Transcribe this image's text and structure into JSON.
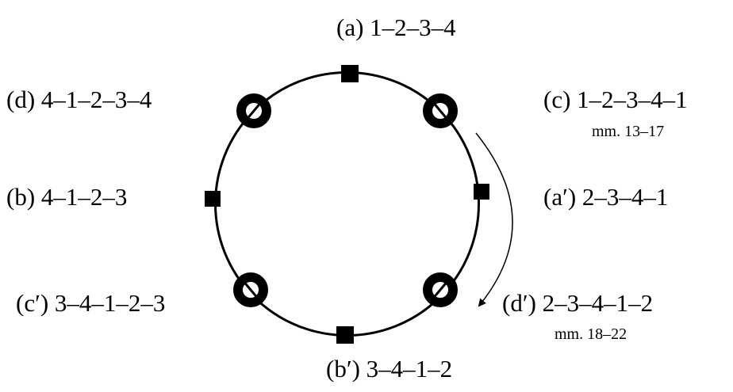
{
  "labels": {
    "a": "(a)  1–2–3–4",
    "d": "(d) 4–1–2–3–4",
    "c": "(c) 1–2–3–4–1",
    "c_measures": "mm. 13–17",
    "b": "(b) 4–1–2–3",
    "a_prime": "(a′) 2–3–4–1",
    "c_prime": "(c′) 3–4–1–2–3",
    "d_prime": "(d′) 2–3–4–1–2",
    "d_prime_measures": "mm. 18–22",
    "b_prime": "(b′) 3–4–1–2"
  },
  "colors": {
    "ink": "#000000",
    "background": "#ffffff"
  }
}
